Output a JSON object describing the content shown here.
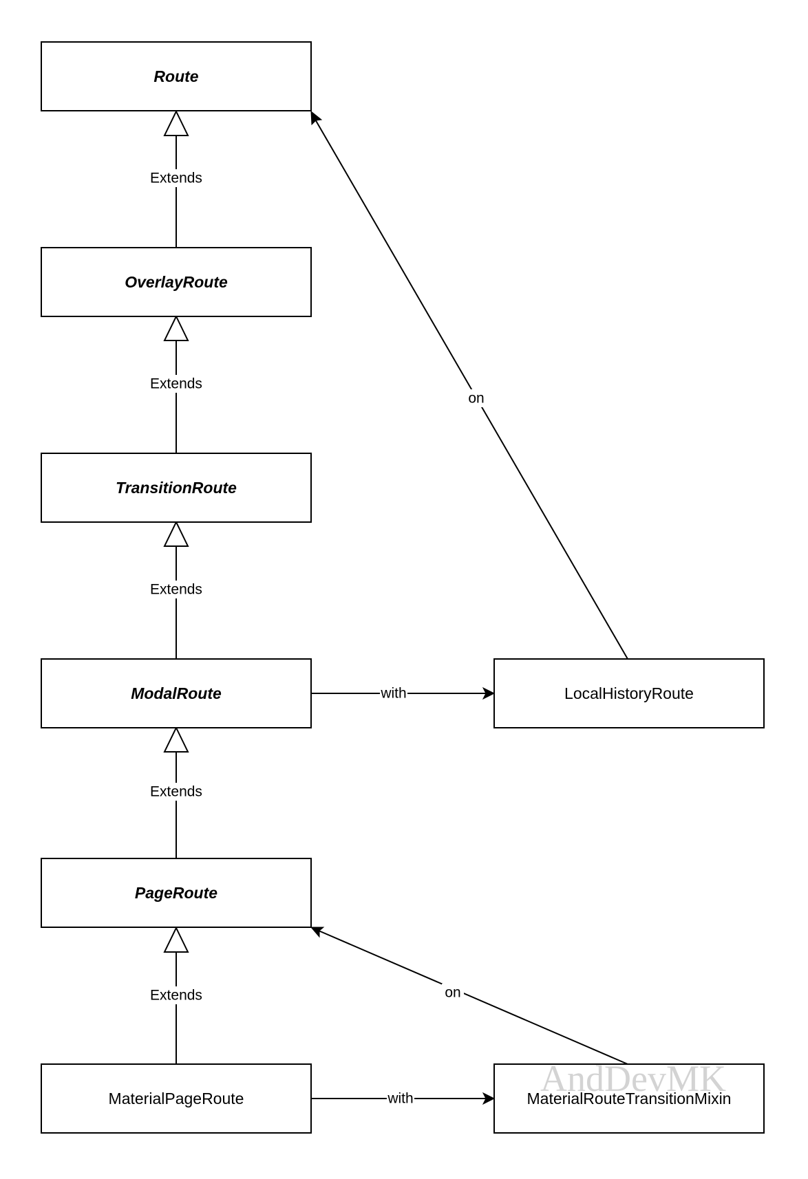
{
  "nodes": {
    "route": {
      "label": "Route"
    },
    "overlay_route": {
      "label": "OverlayRoute"
    },
    "transition_route": {
      "label": "TransitionRoute"
    },
    "modal_route": {
      "label": "ModalRoute"
    },
    "page_route": {
      "label": "PageRoute"
    },
    "material_page_route": {
      "label": "MaterialPageRoute"
    },
    "local_history_route": {
      "label": "LocalHistoryRoute"
    },
    "material_route_transition_mixin": {
      "label": "MaterialRouteTransitionMixin"
    }
  },
  "edges": {
    "overlay_extends_route": {
      "label": "Extends"
    },
    "transition_extends_overlay": {
      "label": "Extends"
    },
    "modal_extends_transition": {
      "label": "Extends"
    },
    "page_extends_modal": {
      "label": "Extends"
    },
    "material_page_extends_page": {
      "label": "Extends"
    },
    "modal_with_local_history": {
      "label": "with"
    },
    "local_history_on_route": {
      "label": "on"
    },
    "material_page_with_mixin": {
      "label": "with"
    },
    "mixin_on_page_route": {
      "label": "on"
    }
  },
  "watermark": {
    "text": "AndDevMK"
  }
}
